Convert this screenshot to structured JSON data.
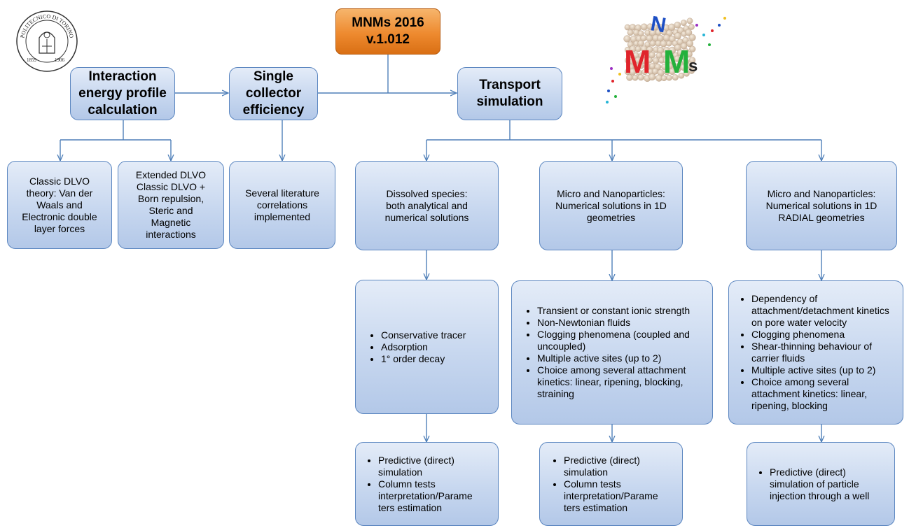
{
  "title": {
    "line1": "MNMs 2016",
    "line2": "v.1.012"
  },
  "logo": {
    "ring_text": "POLITECNICO DI TORINO",
    "year_left": "1859",
    "year_right": "1906"
  },
  "mnms_logo": {
    "letters": [
      "M",
      "N",
      "M",
      "s"
    ]
  },
  "modules": {
    "interaction": "Interaction energy profile calculation",
    "collector": "Single collector efficiency",
    "transport": "Transport simulation"
  },
  "interaction_children": {
    "classic": "Classic DLVO theory: Van der Waals and Electronic double layer forces",
    "extended": "Extended DLVO Classic DLVO + Born repulsion, Steric and Magnetic interactions"
  },
  "collector_child": "Several literature correlations implemented",
  "transport_children": {
    "dissolved": "Dissolved species: both analytical and numerical solutions",
    "micro_1d": "Micro and Nanoparticles: Numerical solutions in 1D geometries",
    "micro_radial": "Micro and Nanoparticles: Numerical solutions in 1D RADIAL geometries"
  },
  "features": {
    "dissolved": [
      "Conservative tracer",
      "Adsorption",
      "1° order decay"
    ],
    "micro_1d": [
      "Transient or constant ionic strength",
      "Non-Newtonian fluids",
      "Clogging phenomena (coupled and uncoupled)",
      "Multiple active sites (up to 2)",
      "Choice among several attachment kinetics: linear, ripening, blocking, straining"
    ],
    "micro_radial": [
      "Dependency of attachment/detachment kinetics on pore water velocity",
      "Clogging phenomena",
      "Shear-thinning behaviour of carrier fluids",
      "Multiple active sites (up to 2)",
      "Choice among several attachment kinetics: linear, ripening, blocking"
    ]
  },
  "applications": {
    "dissolved": [
      "Predictive (direct) simulation",
      "Column tests interpretation/Parame ters estimation"
    ],
    "micro_1d": [
      "Predictive (direct) simulation",
      "Column tests interpretation/Parame ters estimation"
    ],
    "micro_radial": [
      "Predictive (direct) simulation of particle injection through a well"
    ]
  },
  "colors": {
    "box_border": "#5b86c0",
    "box_fill": "#c7d7ef",
    "title_fill": "#ee8a2f",
    "connector": "#4f7fb8"
  }
}
